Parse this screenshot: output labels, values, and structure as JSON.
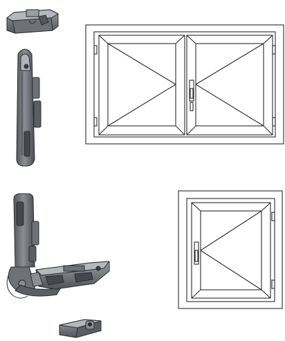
{
  "colors": {
    "background": "#ffffff",
    "frame_stroke": "#2a2a2a",
    "part_dark": "#5b5e64",
    "part_mid": "#7d8087",
    "part_light": "#a7aab0",
    "part_outline": "#2b2d31"
  },
  "figures": [
    {
      "kind": "hardware-part",
      "id": "top-clip"
    },
    {
      "kind": "hardware-part",
      "id": "vertical-lock-bar"
    },
    {
      "kind": "window-drawing",
      "id": "double-casement-window",
      "sashes": 2,
      "opening": "side-hinged"
    },
    {
      "kind": "hardware-part",
      "id": "corner-hinge-assembly"
    },
    {
      "kind": "hardware-part",
      "id": "small-lock-keeper"
    },
    {
      "kind": "window-drawing",
      "id": "single-casement-window",
      "sashes": 1,
      "opening": "side-hinged"
    }
  ]
}
